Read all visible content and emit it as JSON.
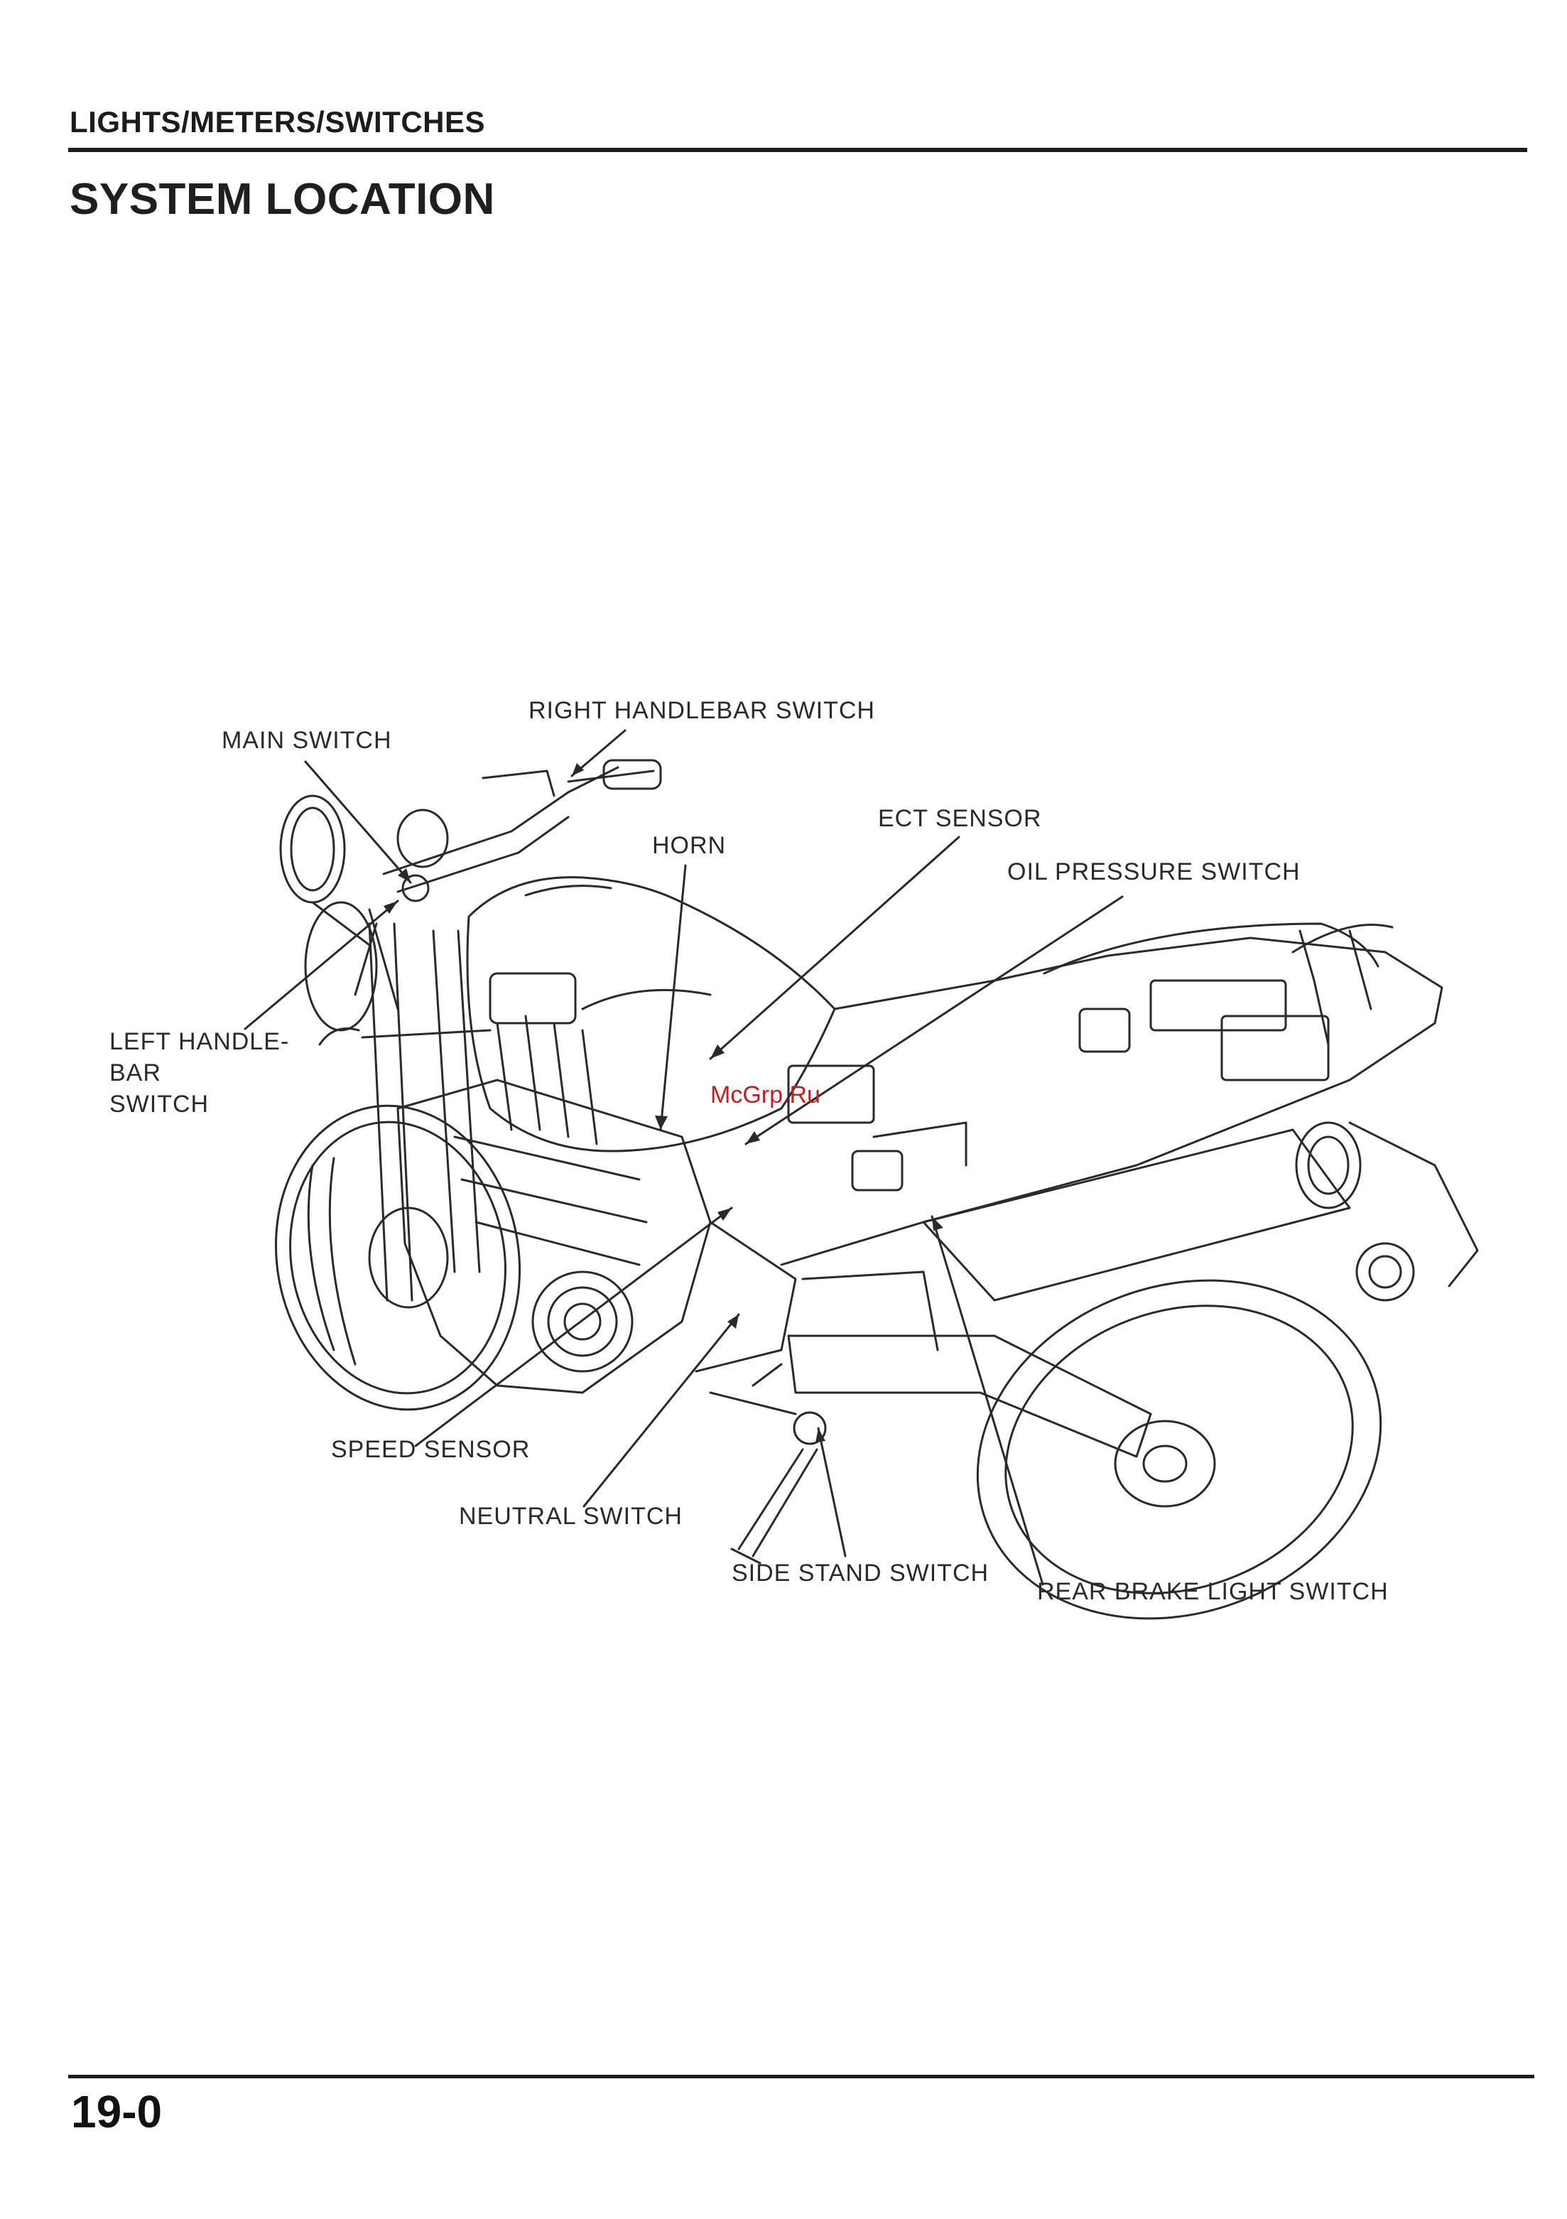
{
  "header": {
    "section": "LIGHTS/METERS/SWITCHES",
    "title": "SYSTEM LOCATION",
    "page_number": "19-0"
  },
  "watermark": "McGrp.Ru",
  "callouts": {
    "main_switch": "MAIN SWITCH",
    "right_handlebar_switch": "RIGHT HANDLEBAR SWITCH",
    "horn": "HORN",
    "ect_sensor": "ECT SENSOR",
    "oil_pressure_switch": "OIL PRESSURE SWITCH",
    "left_handlebar_switch": [
      "LEFT HANDLE-",
      "BAR",
      "SWITCH"
    ],
    "speed_sensor": "SPEED SENSOR",
    "neutral_switch": "NEUTRAL SWITCH",
    "side_stand_switch": "SIDE STAND SWITCH",
    "rear_brake_light_switch": "REAR BRAKE LIGHT SWITCH"
  }
}
